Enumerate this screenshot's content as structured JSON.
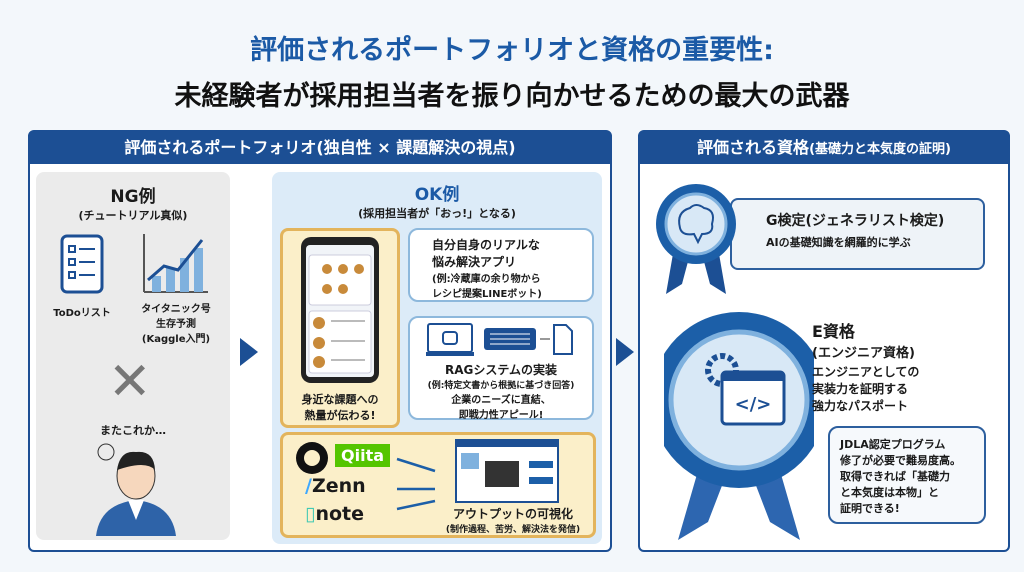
{
  "title": {
    "line1": "評価されるポートフォリオと資格の重要性:",
    "line2": "未経験者が採用担当者を振り向かせるための最大の武器"
  },
  "portfolio": {
    "header": "評価されるポートフォリオ(独自性 × 課題解決の視点)",
    "ng": {
      "title": "NG例",
      "subtitle": "(チュートリアル真似)",
      "item1": "ToDoリスト",
      "item2_line1": "タイタニック号",
      "item2_line2": "生存予測",
      "item2_line3": "(Kaggle入門)",
      "caption": "またこれか…"
    },
    "ok": {
      "title": "OK例",
      "subtitle": "(採用担当者が「おっ!」となる)",
      "phone_caption_line1": "身近な課題への",
      "phone_caption_line2": "熱量が伝わる!",
      "app": {
        "line1": "自分自身のリアルな",
        "line2": "悩み解決アプリ",
        "line3": "(例:冷蔵庫の余り物から",
        "line4": "レシピ提案LINEボット)"
      },
      "rag": {
        "title": "RAGシステムの実装",
        "example": "(例:特定文書から根拠に基づき回答)",
        "line1": "企業のニーズに直結、",
        "line2": "即戦力性アピール!"
      },
      "output": {
        "platforms": [
          "Qiita",
          "Zenn",
          "note"
        ],
        "title": "アウトプットの可視化",
        "subtitle": "(制作過程、苦労、解決法を発信)"
      }
    }
  },
  "certs": {
    "header": "評価される資格",
    "header_sub": "(基礎力と本気度の証明)",
    "g": {
      "title": "G検定(ジェネラリスト検定)",
      "desc": "AIの基礎知識を網羅的に学ぶ"
    },
    "e": {
      "title": "E資格",
      "subtitle": "(エンジニア資格)",
      "line1": "エンジニアとしての",
      "line2": "実装力を証明する",
      "line3": "強力なパスポート",
      "note": [
        "JDLA認定プログラム",
        "修了が必要で難易度高。",
        "取得できれば「基礎力",
        "と本気度は本物」と",
        "証明できる!"
      ]
    }
  },
  "colors": {
    "primary": "#1c4f94",
    "accent": "#1b5aa6",
    "card": "#fbefc9"
  }
}
